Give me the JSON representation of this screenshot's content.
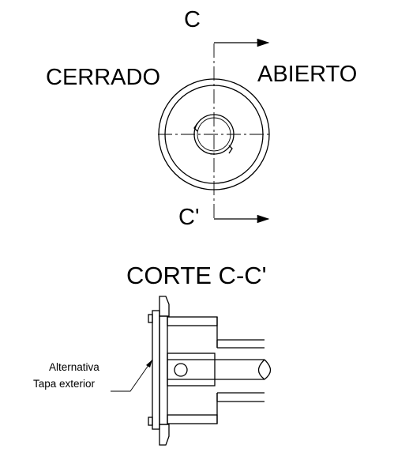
{
  "labels": {
    "section_top": "C",
    "section_bottom": "C'",
    "closed": "CERRADO",
    "open": "ABIERTO",
    "section_title": "CORTE C-C'",
    "note_line1": "Alternativa",
    "note_line2": "Tapa exterior"
  }
}
